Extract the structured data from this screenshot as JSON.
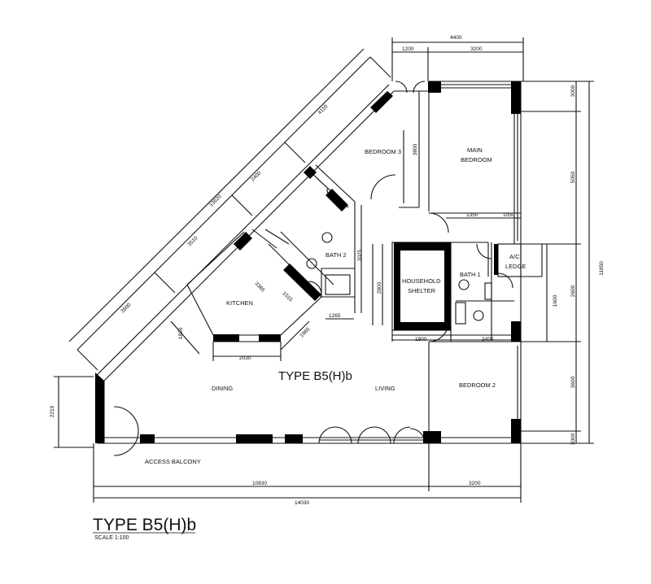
{
  "plan": {
    "type_label": "TYPE B5(H)b",
    "title": "TYPE B5(H)b",
    "scale": "SCALE  1:100"
  },
  "rooms": {
    "bedroom3": "BEDROOM 3",
    "main_bedroom_l1": "MAIN",
    "main_bedroom_l2": "BEDROOM",
    "bath2": "BATH 2",
    "shelter_l1": "HOUSEHOLD",
    "shelter_l2": "SHELTER",
    "bath1": "BATH 1",
    "ac_ledge_l1": "A/C",
    "ac_ledge_l2": "LEDGE",
    "kitchen": "KITCHEN",
    "dining": "DINING",
    "living": "LIVING",
    "bedroom2": "BEDROOM 2",
    "access_balcony": "ACCESS BALCONY"
  },
  "dims": {
    "d4400": "4400",
    "d1200": "1200",
    "d3200_top": "3200",
    "d3000_top": "3000",
    "d5050": "5050",
    "d11850": "11850",
    "d2600": "2600",
    "d1600": "1600",
    "d3600_right": "3600",
    "d3000_bot": "3000",
    "d4110": "4110",
    "d13620": "13620",
    "d2400_diag": "2400",
    "d3510": "3510",
    "d3600_diag": "3600",
    "d3800": "3800",
    "d1350": "1350",
    "d1050": "1050",
    "d3025": "3025",
    "d2800": "2800",
    "d3365": "3365",
    "d1515": "1515",
    "d1265": "1265",
    "d1865": "1865",
    "d1830": "1830",
    "d2030": "2030",
    "d1900": "1900",
    "d2400_b": "2400",
    "d2219": "2219",
    "d10830": "10830",
    "d3200_bot": "3200",
    "d14030": "14030"
  }
}
